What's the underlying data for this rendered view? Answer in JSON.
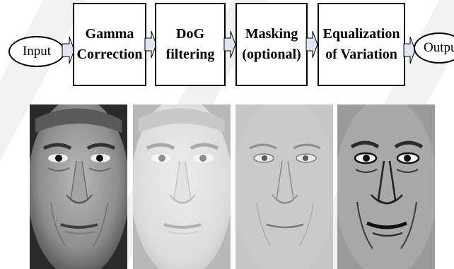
{
  "pipeline": {
    "input_label": "Input",
    "output_label": "Output",
    "steps": [
      {
        "line1": "Gamma",
        "line2": "Correction"
      },
      {
        "line1": "DoG",
        "line2": "filtering"
      },
      {
        "line1": "Masking",
        "line2": "(optional)"
      },
      {
        "line1": "Equalization",
        "line2": "of Variation"
      }
    ]
  },
  "faces": [
    {
      "stage": "original"
    },
    {
      "stage": "gamma-corrected"
    },
    {
      "stage": "dog-filtered"
    },
    {
      "stage": "equalized"
    }
  ]
}
